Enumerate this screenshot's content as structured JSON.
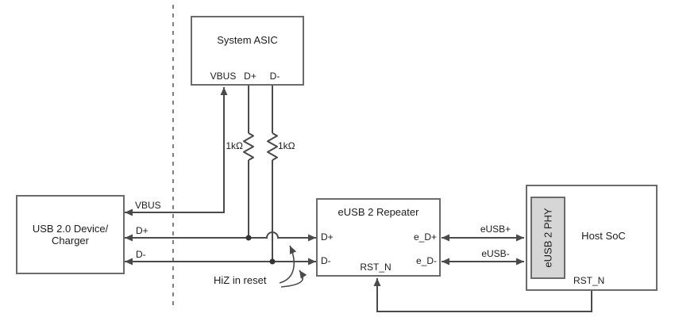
{
  "colors": {
    "wire": "#4a4a4a",
    "box_border": "#6b6b6b",
    "text": "#1c1c1c",
    "phy_fill": "#d6d6d6",
    "dashed_line": "#7f7f7f"
  },
  "blocks": {
    "system_asic": {
      "title": "System ASIC",
      "pin_vbus": "VBUS",
      "pin_dp": "D+",
      "pin_dm": "D-"
    },
    "usb_device": {
      "title_line1": "USB 2.0 Device/",
      "title_line2": "Charger"
    },
    "repeater": {
      "title": "eUSB 2 Repeater",
      "pin_dp": "D+",
      "pin_dm": "D-",
      "pin_edp": "e_D+",
      "pin_edm": "e_D-",
      "pin_rst": "RST_N"
    },
    "host_soc": {
      "title": "Host SoC",
      "phy_label": "eUSB 2 PHY",
      "pin_rst": "RST_N"
    }
  },
  "nets": {
    "vbus": "VBUS",
    "dp": "D+",
    "dm": "D-",
    "eusb_p": "eUSB+",
    "eusb_m": "eUSB-"
  },
  "resistors": {
    "r1": "1kΩ",
    "r2": "1kΩ"
  },
  "annotations": {
    "hiz": "HiZ in reset"
  }
}
